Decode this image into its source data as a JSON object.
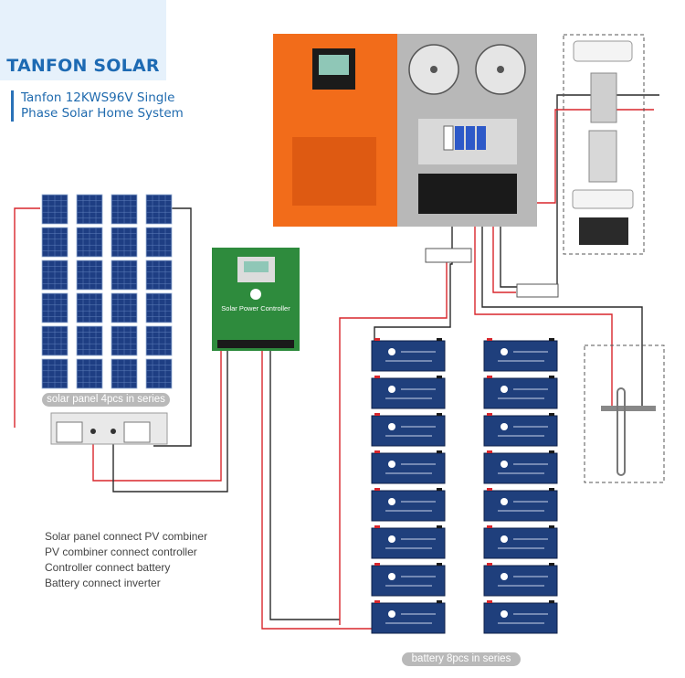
{
  "brand": {
    "name": "TANFON SOLAR",
    "logo_icon": "sun-logo-icon"
  },
  "title": {
    "line1": "Tanfon 12KWS96V Single",
    "line2": "Phase Solar Home System"
  },
  "labels": {
    "solar_panels": "solar panel 4pcs in series",
    "batteries": "battery 8pcs in series",
    "controller": "Solar Power Controller"
  },
  "steps": [
    "Solar panel connect PV combiner",
    "PV combiner connect controller",
    "Controller connect battery",
    "Battery connect inverter"
  ],
  "colors": {
    "inverter_orange": "#f26c1a",
    "controller_green": "#2e8b3d",
    "solar_panel_blue": "#1e3e83",
    "battery_blue": "#1f3f7c",
    "wire_red": "#d8262c",
    "wire_black": "#2a2a2a",
    "brand_blue": "#1d6ab3"
  },
  "icons": {
    "appliances": [
      "air-conditioner-icon",
      "washing-machine-icon",
      "refrigerator-icon",
      "wall-air-conditioner-icon",
      "television-icon"
    ],
    "water_heater": "water-heater-icon",
    "breaker": "circuit-breaker-icon",
    "fan": "cooling-fan-icon"
  }
}
